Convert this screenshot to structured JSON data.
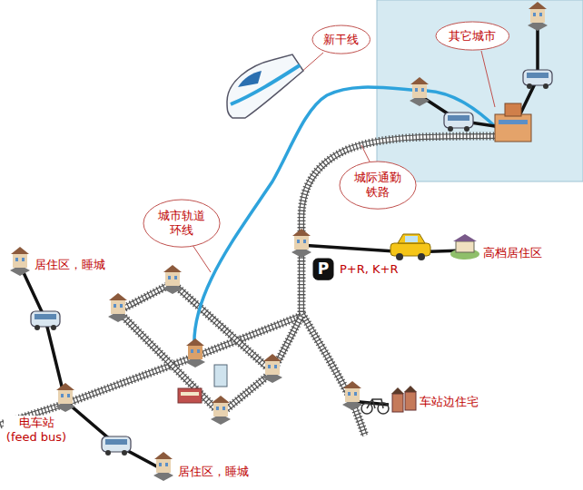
{
  "diagram": {
    "nodes": [
      {
        "text": [
          "新干线"
        ]
      },
      {
        "text": [
          "其它城市"
        ]
      },
      {
        "text": [
          "城际通勤 铁路"
        ]
      },
      {
        "text": [
          "城市轨道 环线"
        ]
      },
      {
        "text": [
          "P"
        ]
      }
    ],
    "labels": [
      "居住区，睡城",
      "P+R, K+R",
      "高档居住区",
      "车站边住宅",
      "电车站 (feed bus)",
      "居住区，睡城"
    ]
  }
}
